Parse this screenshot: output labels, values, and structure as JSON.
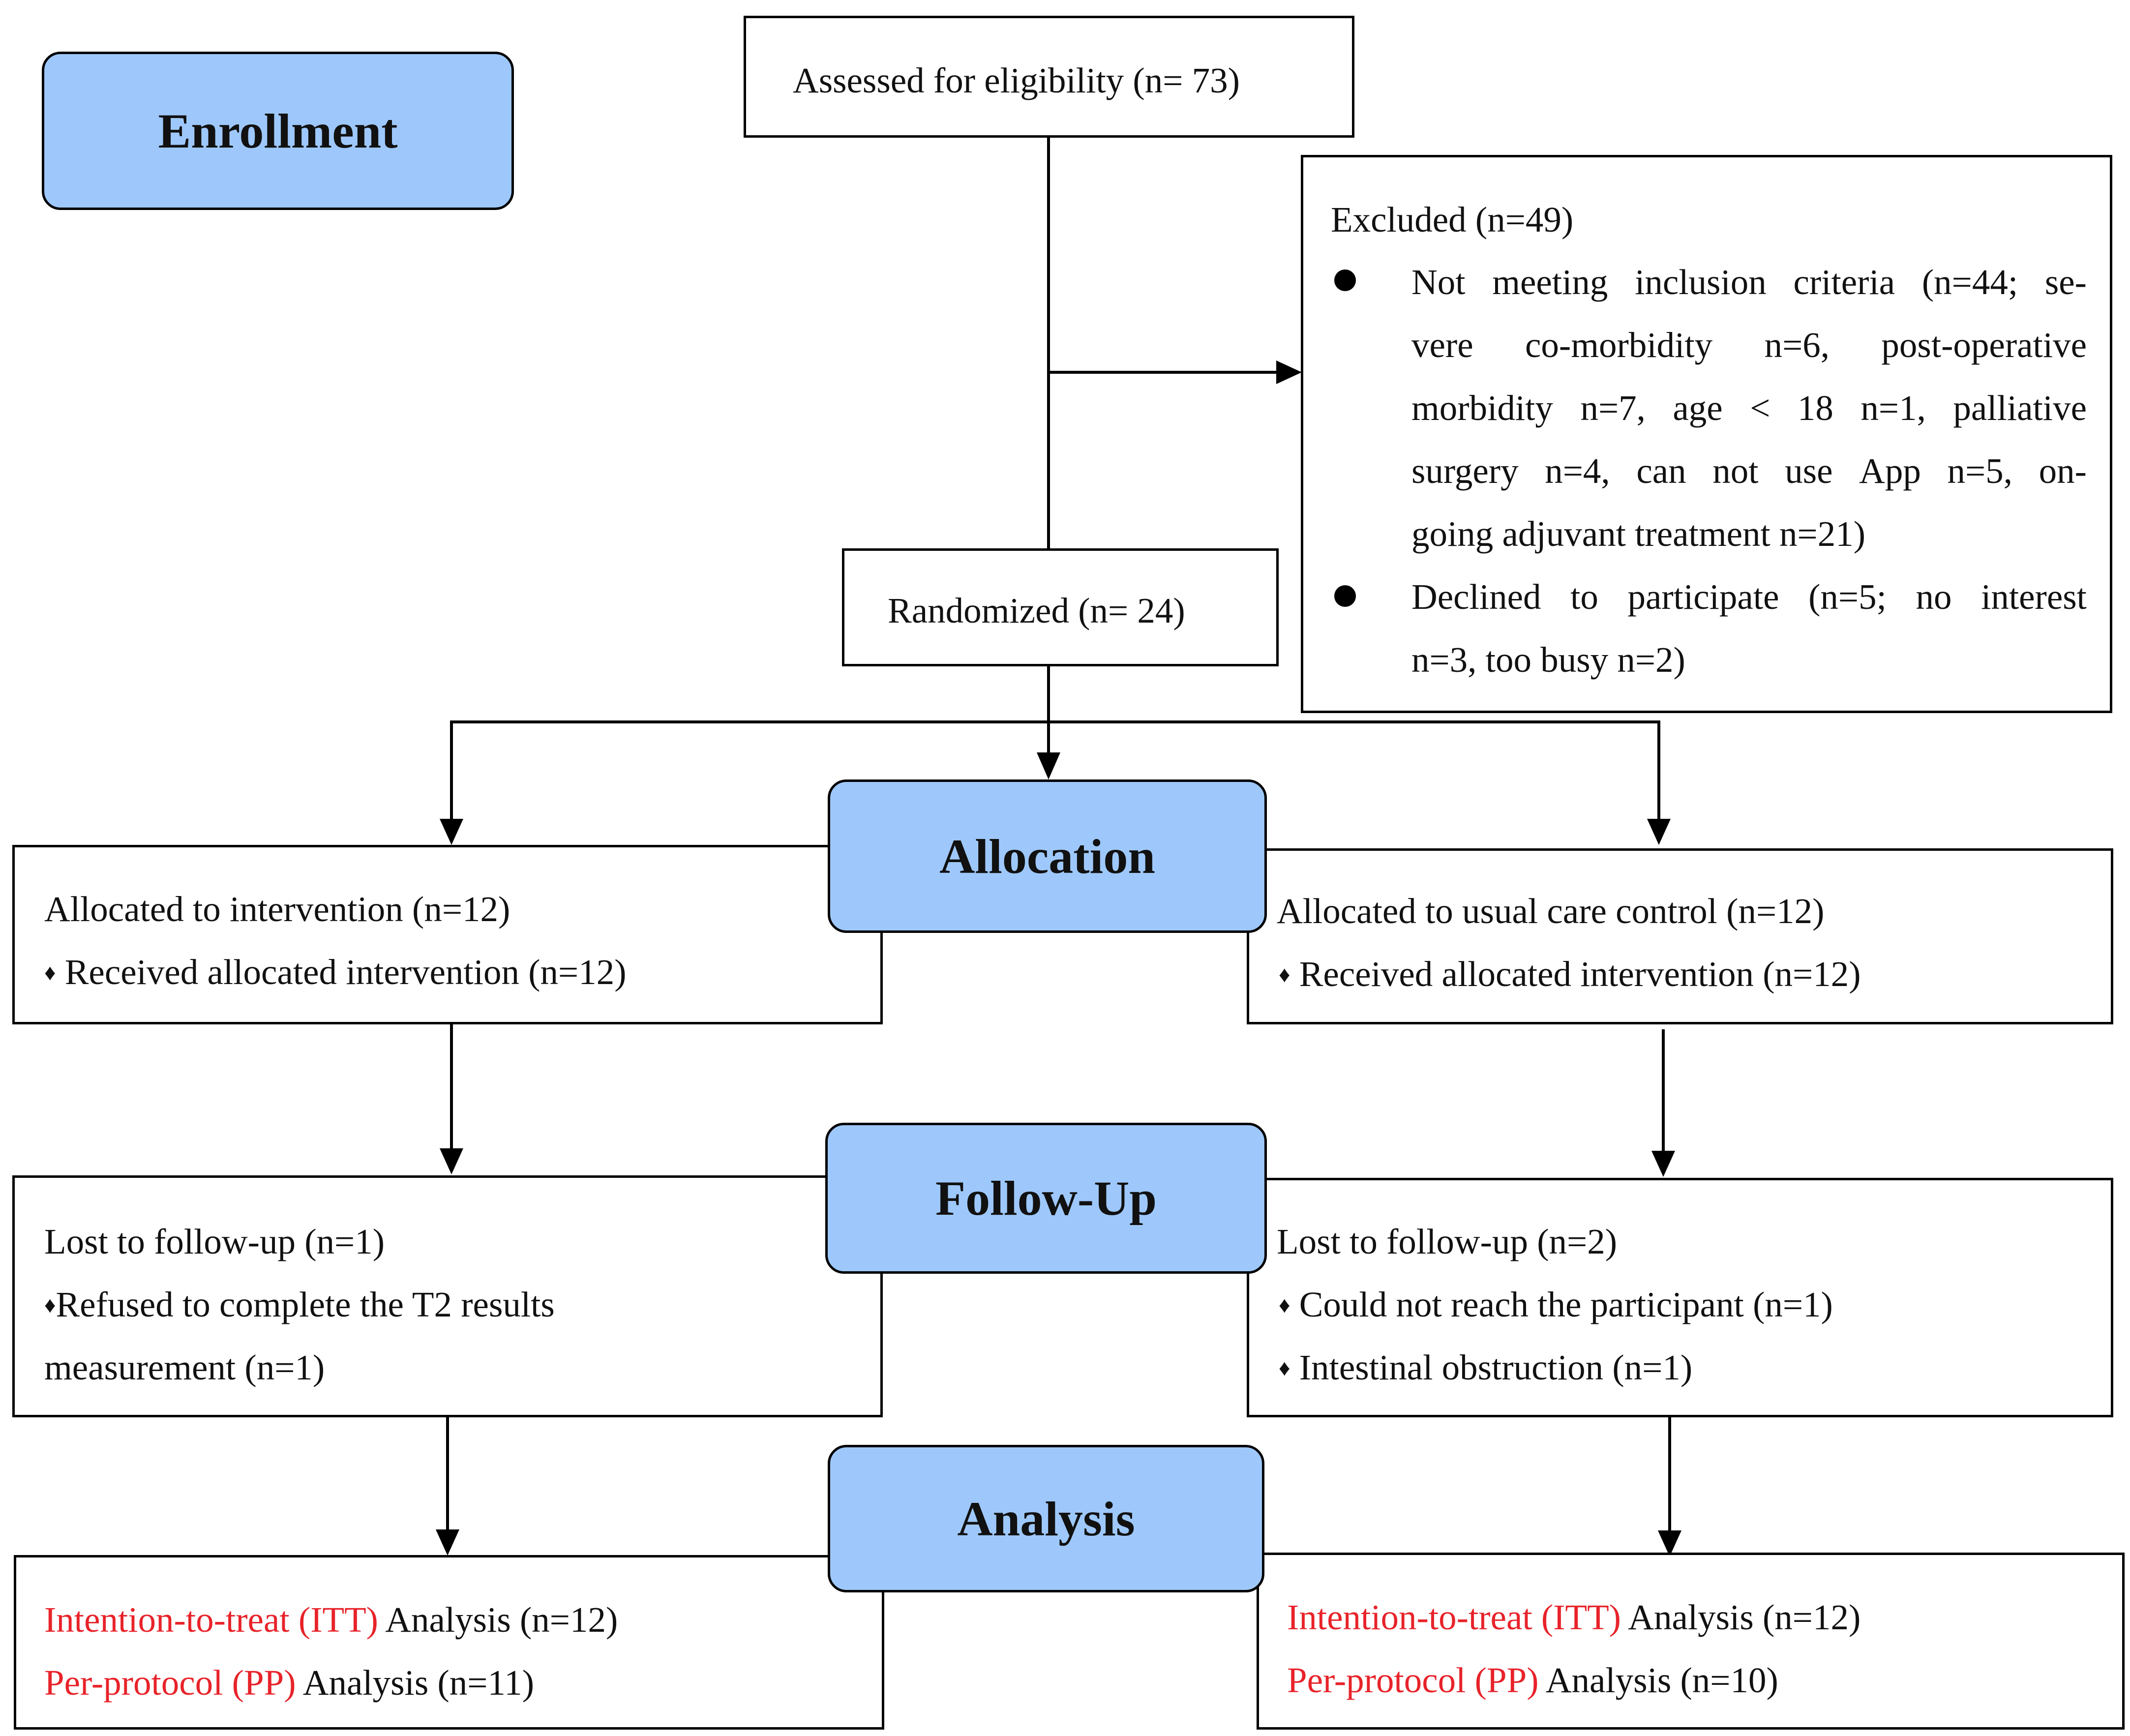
{
  "stages": {
    "enrollment": "Enrollment",
    "allocation": "Allocation",
    "followup": "Follow-Up",
    "analysis": "Analysis"
  },
  "assessed": "Assessed for eligibility (n= 73)",
  "excluded": {
    "title": "Excluded (n=49)",
    "b1_lines": [
      [
        "Not",
        "meeting",
        "inclusion",
        "criteria",
        "(n=44;",
        "se-"
      ],
      [
        "vere",
        "co-morbidity",
        "n=6,",
        "post-operative"
      ],
      [
        "morbidity",
        "n=7,",
        "age",
        "<",
        "18",
        "n=1,",
        "palliative"
      ],
      [
        "surgery",
        "n=4,",
        "can",
        "not",
        "use",
        "App",
        "n=5,",
        "on-"
      ]
    ],
    "b1_last": "going adjuvant treatment n=21)",
    "b2_line1": [
      "Declined",
      "to",
      "participate",
      "(n=5;",
      "no",
      "interest"
    ],
    "b2_last": "n=3, too busy n=2)"
  },
  "randomized": "Randomized (n= 24)",
  "alloc_left": {
    "line1": "Allocated to intervention (n=12)",
    "line2": "Received allocated intervention (n=12)"
  },
  "alloc_right": {
    "line1": "Allocated to usual care control (n=12)",
    "line2": "Received allocated intervention (n=12)"
  },
  "follow_left": {
    "line1": "Lost to follow-up (n=1)",
    "line2": "Refused to complete the T2 results",
    "line3": "measurement (n=1)"
  },
  "follow_right": {
    "line1": "Lost to follow-up (n=2)",
    "line2": "Could not reach the participant (n=1)",
    "line3": "Intestinal obstruction (n=1)"
  },
  "analysis_left": {
    "itt_label": "Intention-to-treat (ITT)",
    "itt_rest": " Analysis (n=12)",
    "pp_label": "Per-protocol (PP)",
    "pp_rest": " Analysis (n=11)"
  },
  "analysis_right": {
    "itt_label": "Intention-to-treat (ITT)",
    "itt_rest": " Analysis (n=12)",
    "pp_label": "Per-protocol (PP)",
    "pp_rest": " Analysis (n=10)"
  },
  "diamond_symbol": "♦",
  "colors": {
    "stage_fill": "#9ec8fb",
    "highlight_red": "#e8232a"
  }
}
